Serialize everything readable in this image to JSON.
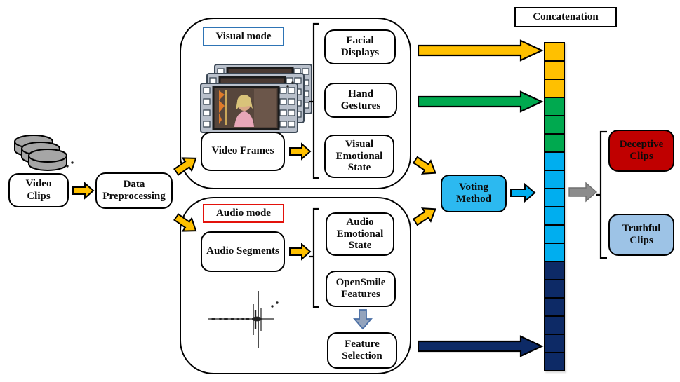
{
  "colors": {
    "yellow": "#FFC000",
    "green": "#00A94F",
    "cyan": "#00AEEF",
    "navy": "#0D2A66",
    "voting_fill": "#2CB9F0",
    "deceptive_fill": "#C00000",
    "truthful_fill": "#9DC3E6",
    "visual_label_border": "#2E74B5",
    "audio_label_border": "#E3120B",
    "gray_arrow": "#8C8C8C",
    "slate_arrow_fill": "#93A3BC",
    "slate_arrow_border": "#4A6FA5",
    "cylinder_gray": "#A6A6A6"
  },
  "pipeline": {
    "video_clips": "Video\nClips",
    "data_preprocessing": "Data\nPreprocessing"
  },
  "visual_branch": {
    "label": "Visual mode",
    "video_frames": "Video Frames",
    "features": {
      "facial": "Facial\nDisplays",
      "hand": "Hand\nGestures",
      "emotion": "Visual\nEmotional\nState"
    }
  },
  "audio_branch": {
    "label": "Audio mode",
    "audio_segments": "Audio Segments",
    "features": {
      "emotion": "Audio\nEmotional\nState",
      "opensmile": "OpenSmile\nFeatures",
      "selection": "Feature\nSelection"
    }
  },
  "fusion": {
    "voting_method": "Voting\nMethod",
    "concatenation_label": "Concatenation",
    "concat_cells": [
      "#FFC000",
      "#FFC000",
      "#FFC000",
      "#00A94F",
      "#00A94F",
      "#00A94F",
      "#00AEEF",
      "#00AEEF",
      "#00AEEF",
      "#00AEEF",
      "#00AEEF",
      "#00AEEF",
      "#0D2A66",
      "#0D2A66",
      "#0D2A66",
      "#0D2A66",
      "#0D2A66",
      "#0D2A66"
    ]
  },
  "outputs": {
    "deceptive": "Deceptive\nClips",
    "truthful": "Truthful\nClips"
  }
}
